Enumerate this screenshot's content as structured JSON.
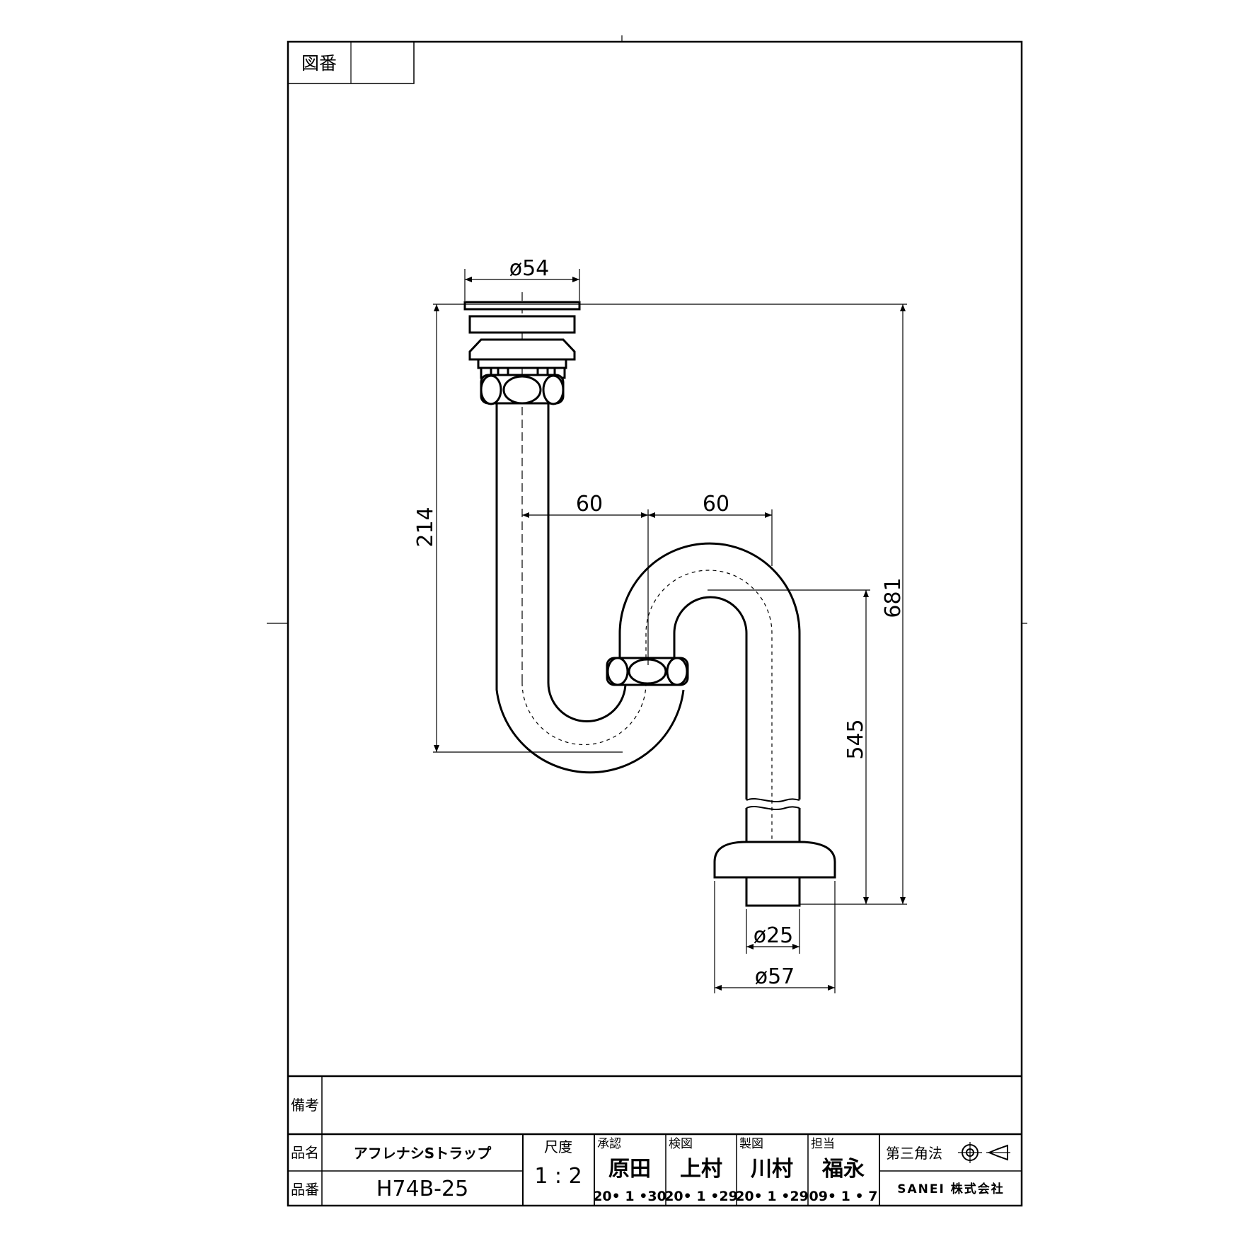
{
  "title_block": {
    "drawing_number_label": "図番",
    "drawing_number_value": "",
    "remarks_label": "備考",
    "product_name_label": "品名",
    "product_name": "アフレナシSトラップ",
    "product_number_label": "品番",
    "product_number": "H74B-25",
    "scale_label": "尺度",
    "scale": "1 : 2",
    "approval_label": "承認",
    "approval_name": "原田",
    "approval_date": "20• 1 •30",
    "inspection_label": "検図",
    "inspection_name": "上村",
    "inspection_date": "20• 1 •29",
    "drafting_label": "製図",
    "drafting_name": "川村",
    "drafting_date": "20• 1 •29",
    "person_label": "担当",
    "person_name": "福永",
    "person_date": "09• 1 • 7",
    "projection_label": "第三角法",
    "company": "SANEI 株式会社"
  },
  "dimensions": {
    "top_diameter": "ø54",
    "height_upper": "214",
    "offset_left": "60",
    "offset_right": "60",
    "total_height": "681",
    "outlet_height": "545",
    "outlet_diameter": "ø25",
    "flange_diameter": "ø57"
  },
  "icons": {
    "projection_symbol": "third-angle-projection-icon"
  }
}
